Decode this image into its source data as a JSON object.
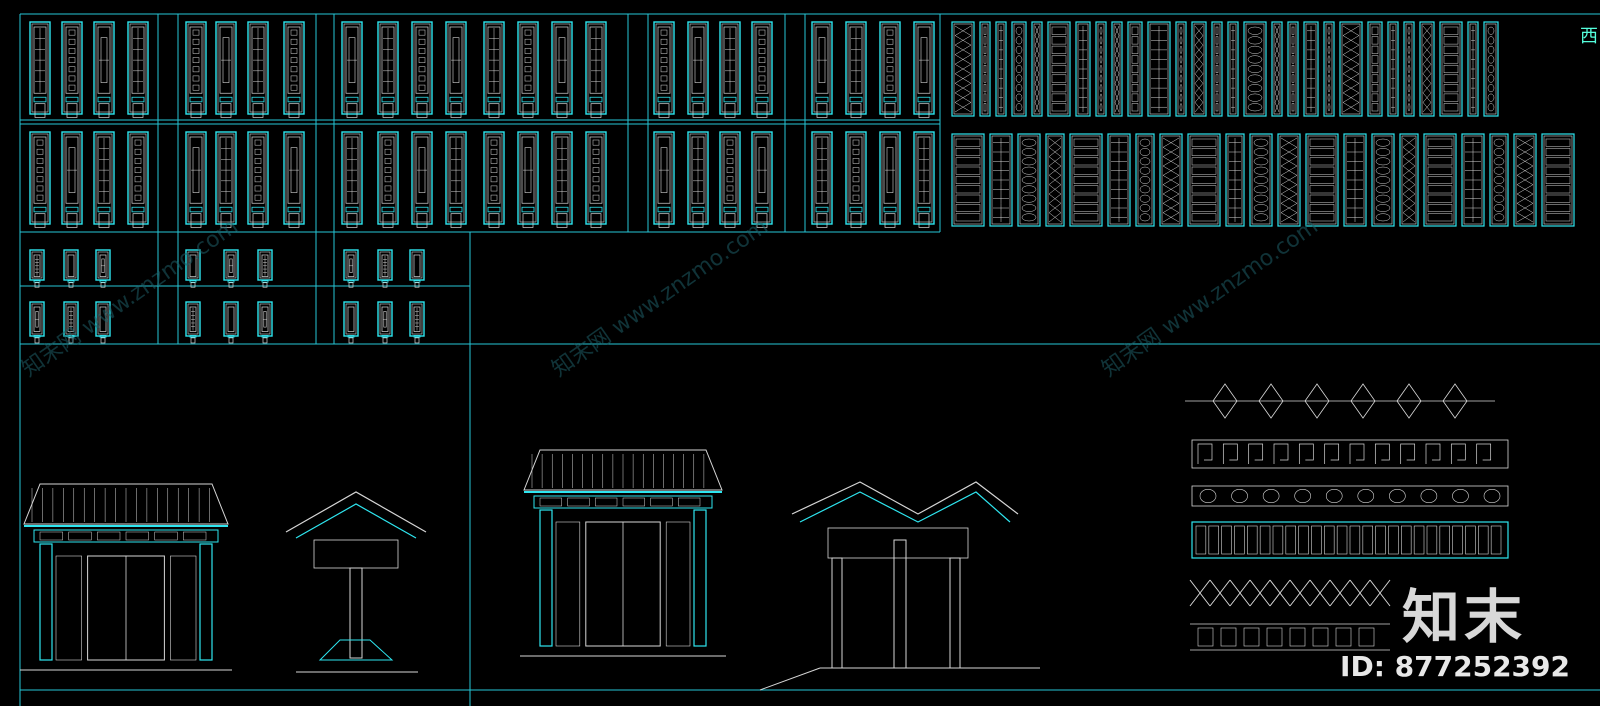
{
  "watermark": {
    "text": "知末网 www.znzmo.com"
  },
  "brand_mark": {
    "logo_text": "知末",
    "id_text": "ID: 877252392"
  },
  "corner_text": "西",
  "colors": {
    "background": "#000000",
    "frame": "#26c6d6",
    "drawing_white": "#d6d6d6",
    "drawing_cyan": "#2ee6f0"
  }
}
